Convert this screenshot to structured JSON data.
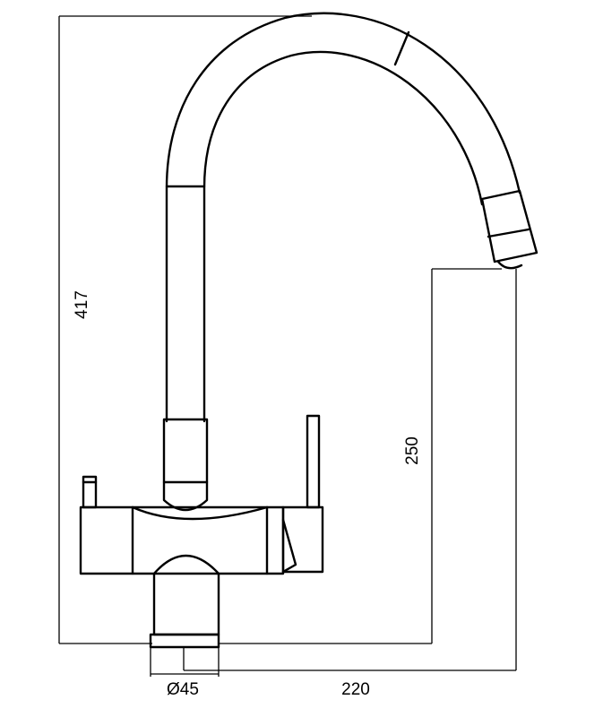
{
  "dimensions": {
    "total_height": "417",
    "spout_height": "250",
    "reach": "220",
    "base_diameter": "Ø45"
  },
  "colors": {
    "line": "#000000",
    "background": "#ffffff"
  }
}
